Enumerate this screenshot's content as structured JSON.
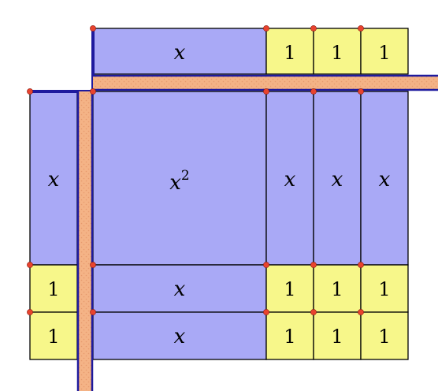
{
  "diagram": {
    "colors": {
      "x_tile": "#A9A9F6",
      "unit_tile": "#F7F78A",
      "tile_edge": "#000000",
      "dot": "#E8432E",
      "divider_fill": "#F4B386",
      "divider_edge": "#1E1A9E"
    },
    "top_row": {
      "x_label": "x",
      "units": [
        "1",
        "1",
        "1"
      ]
    },
    "left_column": {
      "x_label": "x",
      "units": [
        "1",
        "1"
      ]
    },
    "product": {
      "square_base": "x",
      "square_exponent": "2",
      "right_x": [
        "x",
        "x",
        "x"
      ],
      "bottom_x": [
        "x",
        "x"
      ],
      "units": [
        [
          "1",
          "1",
          "1"
        ],
        [
          "1",
          "1",
          "1"
        ]
      ]
    }
  }
}
